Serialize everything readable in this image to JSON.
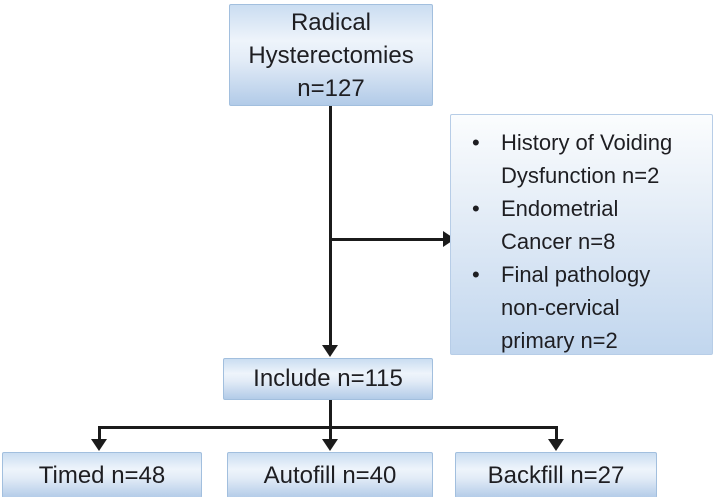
{
  "diagram": {
    "title_box": {
      "lines": [
        "Radical",
        "Hysterectomies",
        "n=127"
      ]
    },
    "exclusions_box": {
      "bullet": "•",
      "items": [
        {
          "lines": [
            "History of Voiding",
            "Dysfunction n=2"
          ]
        },
        {
          "lines": [
            "Endometrial",
            "Cancer n=8"
          ]
        },
        {
          "lines": [
            "Final pathology",
            "non-cervical",
            "primary n=2"
          ]
        }
      ]
    },
    "include_box": {
      "label": "Include n=115"
    },
    "bottom_boxes": [
      {
        "label": "Timed n=48"
      },
      {
        "label": "Autofill n=40"
      },
      {
        "label": "Backfill n=27"
      }
    ],
    "colors": {
      "box_border": "#a2bfde",
      "box_gradient_top": "#caddf1",
      "box_gradient_middle": "#eef4fb",
      "box_gradient_bottom": "#b2cbe8",
      "arrow": "#1b1b1b",
      "text": "#1e1e22",
      "background": "#ffffff"
    }
  }
}
